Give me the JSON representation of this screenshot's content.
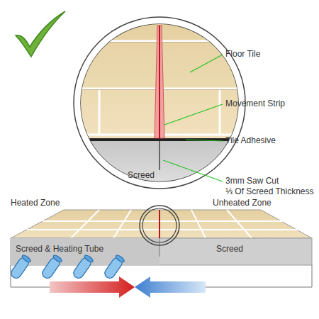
{
  "diagram": {
    "labels": [
      "Floor Tile",
      "Movement Strip",
      "Tile Adhesive",
      "Screed",
      "3mm Saw Cut",
      "⅓ Of Screed Thickness",
      "Heated Zone",
      "Unheated Zone",
      "Screed & Heating Tube",
      "Screed"
    ]
  }
}
